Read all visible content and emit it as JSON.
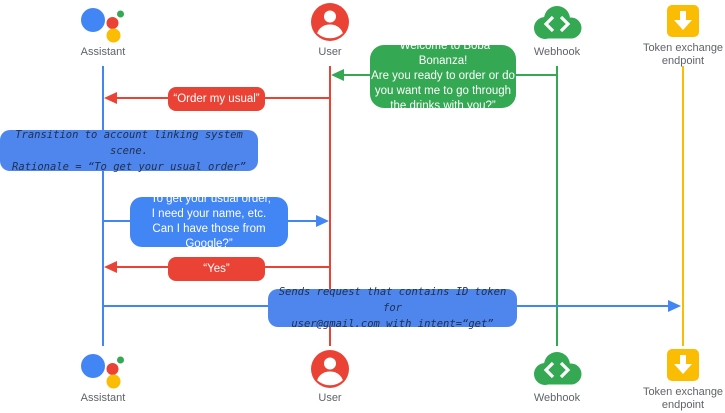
{
  "diagram": {
    "type": "sequence-diagram",
    "background": "#ffffff",
    "palette": {
      "blue": "#4285f4",
      "red": "#ea4335",
      "green": "#34a853",
      "yellow": "#fbbc04",
      "label_gray": "#5f6368",
      "note_blue": "#4e86ee",
      "note_text": "#1f2f4d"
    }
  },
  "actors": [
    {
      "name": "Assistant",
      "icon": "google-assistant-icon",
      "color": "#4285f4"
    },
    {
      "name": "User",
      "icon": "user-icon",
      "color": "#ea4335"
    },
    {
      "name": "Webhook",
      "icon": "webhook-cloud-icon",
      "color": "#34a853"
    },
    {
      "name": "Token exchange endpoint",
      "icon": "token-endpoint-icon",
      "color": "#fbbc04"
    }
  ],
  "messages": {
    "welcome": {
      "from": "Webhook",
      "to": "User",
      "color": "#34a853",
      "lines": [
        "“Welcome to Boba Bonanza!",
        "Are you ready to order or do",
        "you want me to go through",
        "the drinks with you?”"
      ]
    },
    "order": {
      "from": "User",
      "to": "Assistant",
      "color": "#ea4335",
      "text": "“Order my usual”"
    },
    "transition": {
      "type": "note",
      "on": "Assistant",
      "color": "#4e86ee",
      "lines": [
        "Transition to account linking system scene.",
        "Rationale = “To get your usual order”"
      ]
    },
    "ask": {
      "from": "Assistant",
      "to": "User",
      "color": "#4285f4",
      "lines": [
        "“To get your usual order,",
        "I need your name, etc.",
        "Can I have those from Google?”"
      ]
    },
    "yes": {
      "from": "User",
      "to": "Assistant",
      "color": "#ea4335",
      "text": "“Yes”"
    },
    "sends": {
      "from": "Assistant",
      "to": "Token exchange endpoint",
      "color": "#4285f4",
      "lines": [
        "Sends request that contains ID token for",
        "user@gmail.com with intent=“get”"
      ]
    }
  }
}
